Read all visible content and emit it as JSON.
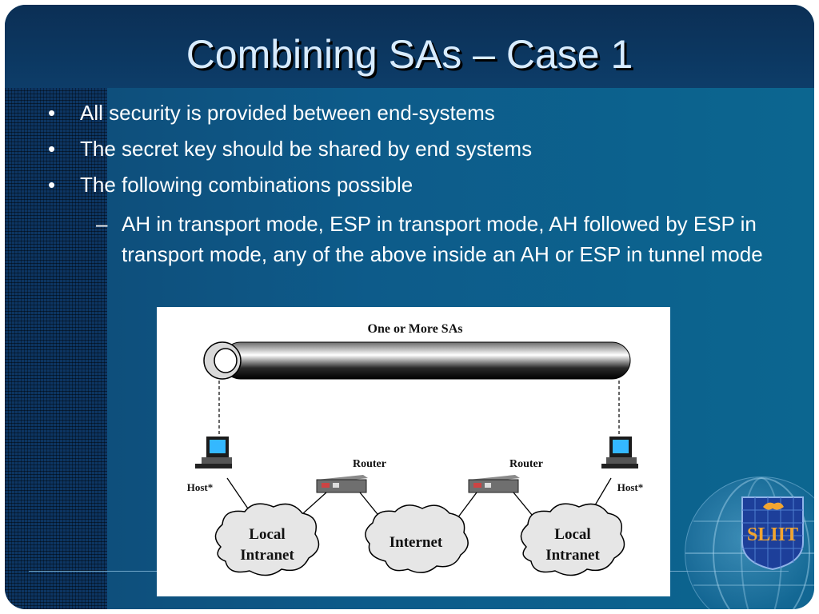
{
  "title": "Combining SAs – Case 1",
  "bullets": [
    "All security is provided between end-systems",
    "The secret key should be shared by end systems",
    "The following combinations possible"
  ],
  "bullet_symbol": "•",
  "sub_bullet": {
    "symbol": "–",
    "text": "AH in transport mode, ESP in transport mode, AH followed by ESP in transport mode, any of the above inside an AH or ESP in tunnel mode"
  },
  "diagram": {
    "tunnel_label": "One or More SAs",
    "router_left": "Router",
    "router_right": "Router",
    "host_left": "Host*",
    "host_right": "Host*",
    "cloud_left_line1": "Local",
    "cloud_left_line2": "Intranet",
    "cloud_middle": "Internet",
    "cloud_right_line1": "Local",
    "cloud_right_line2": "Intranet"
  },
  "logo_text": "SLIIT",
  "colors": {
    "title": "#d8ecff",
    "background": "#0d5b8a",
    "logo": "#f2a530"
  }
}
